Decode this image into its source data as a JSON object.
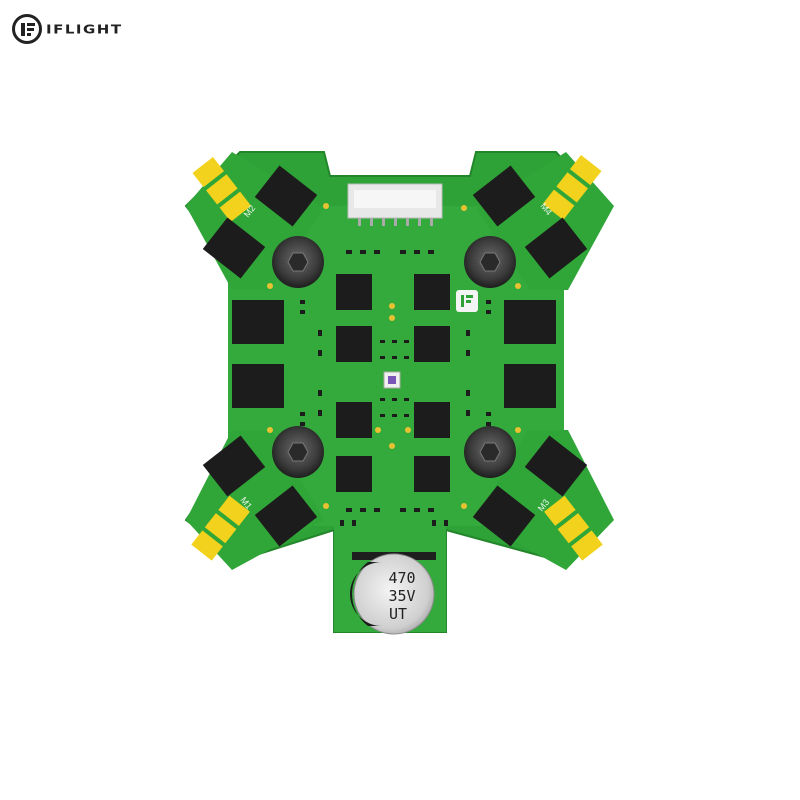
{
  "brand": {
    "logo_text": "IFLIGHT"
  },
  "board": {
    "motor_labels": [
      "M2",
      "M4",
      "M1",
      "M3"
    ],
    "capacitor": {
      "line1": "470",
      "line2": "35V",
      "line3": "UT"
    },
    "logo_glyph": "iF"
  },
  "colors": {
    "pcb_green": "#2ea236",
    "pcb_green_light": "#3cb544",
    "pad_yellow": "#f2d21c",
    "mosfet_black": "#1c1c1c",
    "mount_grey": "#444444"
  }
}
